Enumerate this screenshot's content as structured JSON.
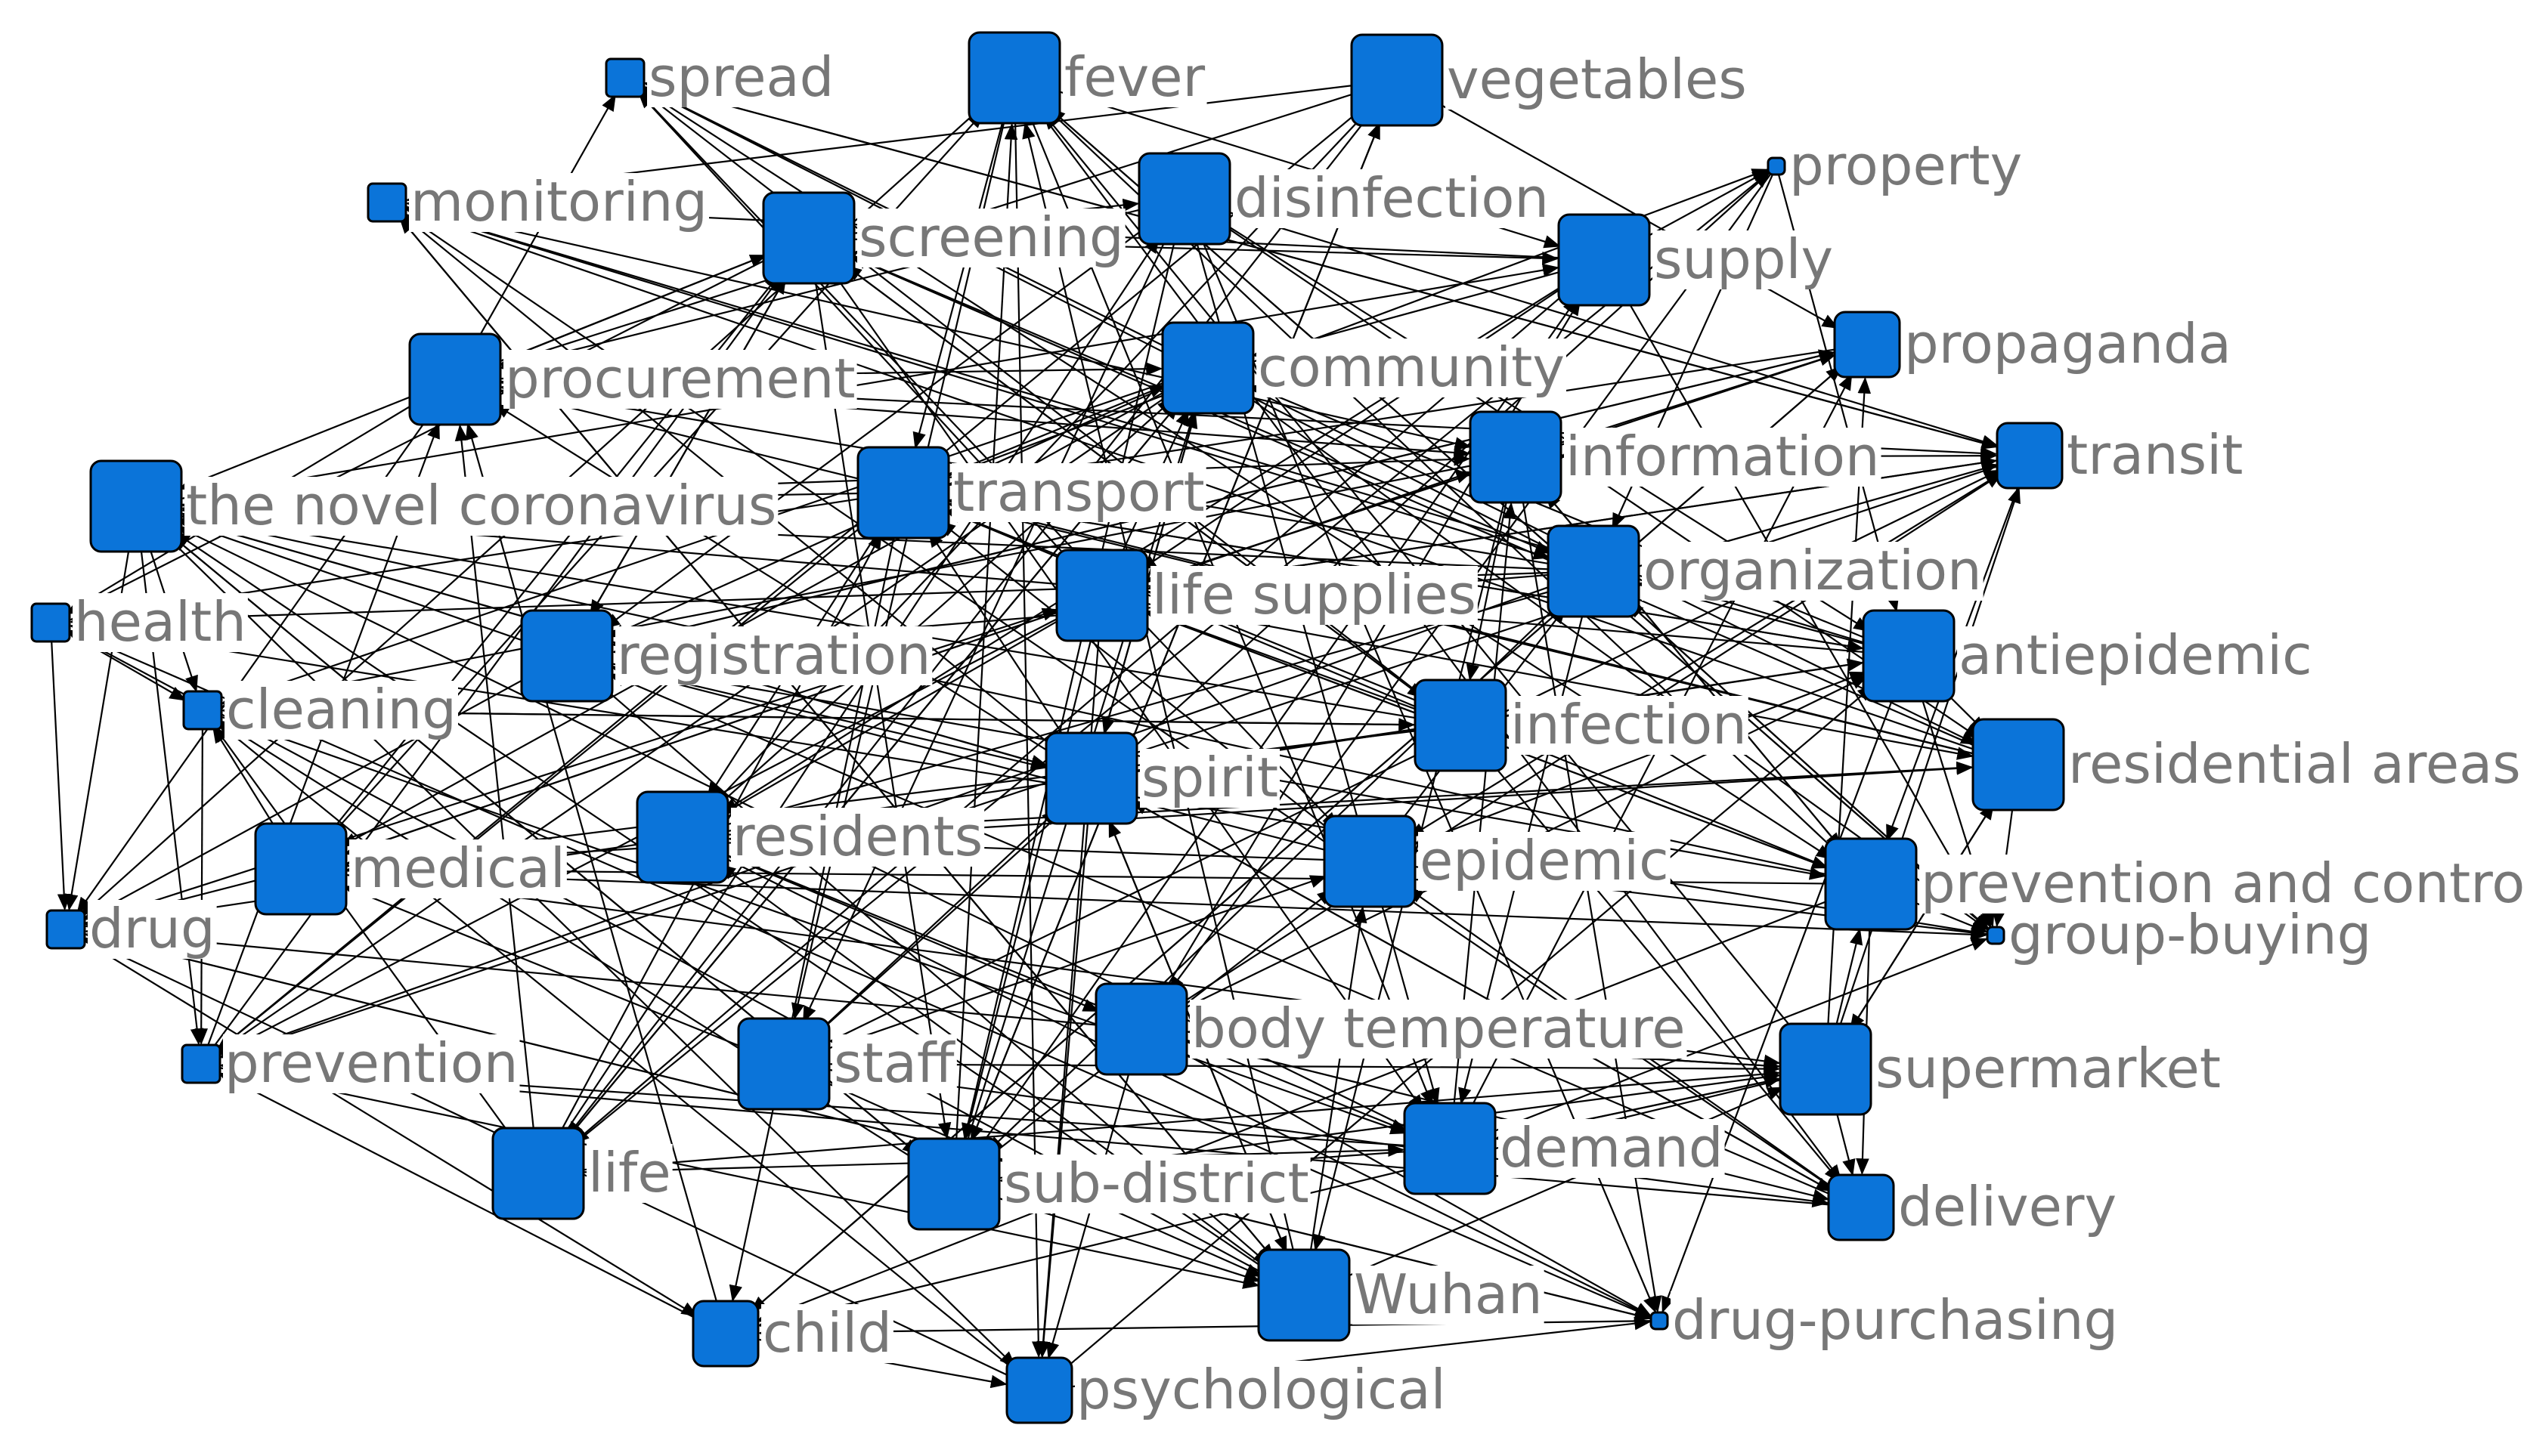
{
  "colors": {
    "node_fill": "#0b74d9",
    "node_stroke": "#000000",
    "label": "#777777",
    "edge": "#000000"
  },
  "nodes": [
    {
      "id": "spread",
      "label": "spread",
      "size": "small"
    },
    {
      "id": "fever",
      "label": "fever",
      "size": "large"
    },
    {
      "id": "vegetables",
      "label": "vegetables",
      "size": "large"
    },
    {
      "id": "property",
      "label": "property",
      "size": "tiny"
    },
    {
      "id": "monitoring",
      "label": "monitoring",
      "size": "small"
    },
    {
      "id": "screening",
      "label": "screening",
      "size": "large"
    },
    {
      "id": "disinfection",
      "label": "disinfection",
      "size": "large"
    },
    {
      "id": "supply",
      "label": "supply",
      "size": "large"
    },
    {
      "id": "propaganda",
      "label": "propaganda",
      "size": "medium"
    },
    {
      "id": "procurement",
      "label": "procurement",
      "size": "large"
    },
    {
      "id": "community",
      "label": "community",
      "size": "large"
    },
    {
      "id": "information",
      "label": "information",
      "size": "large"
    },
    {
      "id": "transit",
      "label": "transit",
      "size": "medium"
    },
    {
      "id": "novel",
      "label": "the novel coronavirus",
      "size": "large"
    },
    {
      "id": "transport",
      "label": "transport",
      "size": "large"
    },
    {
      "id": "organization",
      "label": "organization",
      "size": "large"
    },
    {
      "id": "life_supplies",
      "label": "life supplies",
      "size": "large"
    },
    {
      "id": "health",
      "label": "health",
      "size": "small"
    },
    {
      "id": "registration",
      "label": "registration",
      "size": "large"
    },
    {
      "id": "antiepidemic",
      "label": "antiepidemic",
      "size": "large"
    },
    {
      "id": "cleaning",
      "label": "cleaning",
      "size": "small"
    },
    {
      "id": "infection",
      "label": "infection",
      "size": "large"
    },
    {
      "id": "residential",
      "label": "residential areas",
      "size": "large"
    },
    {
      "id": "spirit",
      "label": "spirit",
      "size": "large"
    },
    {
      "id": "residents",
      "label": "residents",
      "size": "large"
    },
    {
      "id": "medical",
      "label": "medical",
      "size": "large"
    },
    {
      "id": "epidemic",
      "label": "epidemic",
      "size": "large"
    },
    {
      "id": "prevention_control",
      "label": "prevention and control",
      "size": "large"
    },
    {
      "id": "drug",
      "label": "drug",
      "size": "small"
    },
    {
      "id": "group_buying",
      "label": "group-buying",
      "size": "tiny"
    },
    {
      "id": "body_temp",
      "label": "body temperature",
      "size": "large"
    },
    {
      "id": "staff",
      "label": "staff",
      "size": "large"
    },
    {
      "id": "supermarket",
      "label": "supermarket",
      "size": "large"
    },
    {
      "id": "prevention",
      "label": "prevention",
      "size": "small"
    },
    {
      "id": "demand",
      "label": "demand",
      "size": "large"
    },
    {
      "id": "life",
      "label": "life",
      "size": "large"
    },
    {
      "id": "sub_district",
      "label": "sub-district",
      "size": "large"
    },
    {
      "id": "delivery",
      "label": "delivery",
      "size": "medium"
    },
    {
      "id": "wuhan",
      "label": "Wuhan",
      "size": "large"
    },
    {
      "id": "child",
      "label": "child",
      "size": "medium"
    },
    {
      "id": "drug_purchasing",
      "label": "drug-purchasing",
      "size": "tiny"
    },
    {
      "id": "psychological",
      "label": "psychological",
      "size": "medium"
    }
  ]
}
